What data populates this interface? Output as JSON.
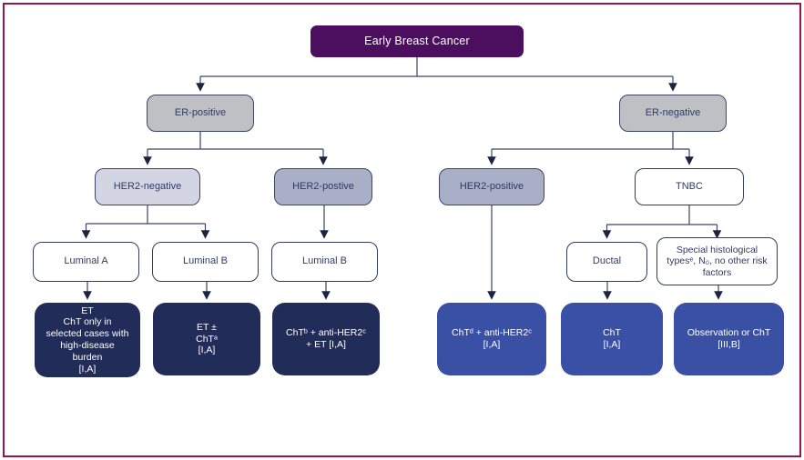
{
  "diagram": {
    "type": "flowchart",
    "title": "Early Breast Cancer",
    "colors": {
      "frame_border": "#95164E",
      "root_bg": "#4C0F60",
      "er_node_bg": "#bfc0c3",
      "her2_negative_bg": "#d3d6e2",
      "her2_positive_bg": "#a8afc7",
      "subtype_bg": "#ffffff",
      "treatment_dark_bg": "#212c59",
      "treatment_blue_bg": "#3a50a4",
      "connector": "#3a4468"
    },
    "nodes": {
      "root": {
        "label": "Early Breast Cancer"
      },
      "er_positive": {
        "label": "ER-positive"
      },
      "er_negative": {
        "label": "ER-negative"
      },
      "her2_negative": {
        "label": "HER2-negative"
      },
      "her2_postive": {
        "label": "HER2-postive"
      },
      "her2_positive": {
        "label": "HER2-positive"
      },
      "tnbc": {
        "label": "TNBC"
      },
      "luminal_a": {
        "label": "Luminal A"
      },
      "luminal_b1": {
        "label": "Luminal B"
      },
      "luminal_b2": {
        "label": "Luminal B"
      },
      "ductal": {
        "label": "Ductal"
      },
      "special_histological": {
        "label": "Special histological\ntypesᵉ, N₀, no other risk\nfactors"
      },
      "tx_luminal_a": {
        "label": "ET\nChT only in\nselected cases with\nhigh-disease\nburden\n[I,A]"
      },
      "tx_luminal_b1": {
        "label": "ET ±\nChTᵃ\n[I,A]"
      },
      "tx_luminal_b2": {
        "label": "ChTᵇ + anti-HER2ᶜ\n+ ET [I,A]"
      },
      "tx_her2_positive": {
        "label": "ChTᵈ + anti-HER2ᶜ\n[I,A]"
      },
      "tx_ductal": {
        "label": "ChT\n[I,A]"
      },
      "tx_special": {
        "label": "Observation or ChT\n[III,B]"
      }
    },
    "edges": [
      {
        "from": "root",
        "to": "er_positive"
      },
      {
        "from": "root",
        "to": "er_negative"
      },
      {
        "from": "er_positive",
        "to": "her2_negative"
      },
      {
        "from": "er_positive",
        "to": "her2_postive"
      },
      {
        "from": "er_negative",
        "to": "her2_positive"
      },
      {
        "from": "er_negative",
        "to": "tnbc"
      },
      {
        "from": "her2_negative",
        "to": "luminal_a"
      },
      {
        "from": "her2_negative",
        "to": "luminal_b1"
      },
      {
        "from": "her2_postive",
        "to": "luminal_b2"
      },
      {
        "from": "tnbc",
        "to": "ductal"
      },
      {
        "from": "tnbc",
        "to": "special_histological"
      },
      {
        "from": "luminal_a",
        "to": "tx_luminal_a"
      },
      {
        "from": "luminal_b1",
        "to": "tx_luminal_b1"
      },
      {
        "from": "luminal_b2",
        "to": "tx_luminal_b2"
      },
      {
        "from": "her2_positive",
        "to": "tx_her2_positive"
      },
      {
        "from": "ductal",
        "to": "tx_ductal"
      },
      {
        "from": "special_histological",
        "to": "tx_special"
      }
    ]
  }
}
